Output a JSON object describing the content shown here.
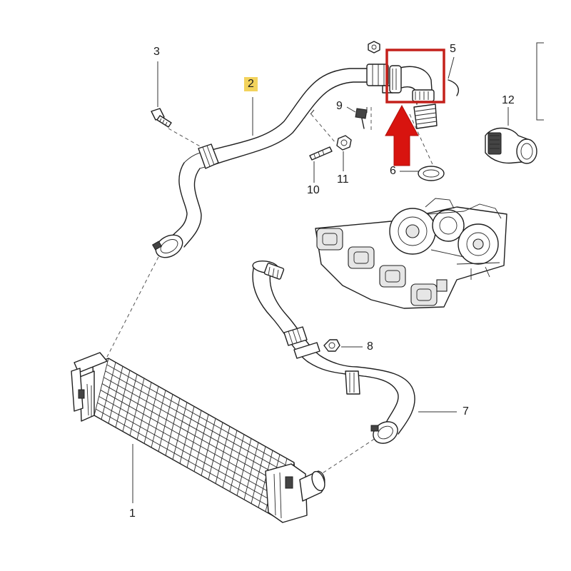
{
  "callouts": {
    "c1": "1",
    "c2": "2",
    "c3": "3",
    "c5": "5",
    "c6": "6",
    "c7": "7",
    "c8": "8",
    "c9": "9",
    "c10": "10",
    "c11": "11",
    "c12": "12"
  },
  "highlight": {
    "callout_color": "#f3d35c",
    "box_color": "#c4211b",
    "arrow_color": "#d8140f"
  }
}
